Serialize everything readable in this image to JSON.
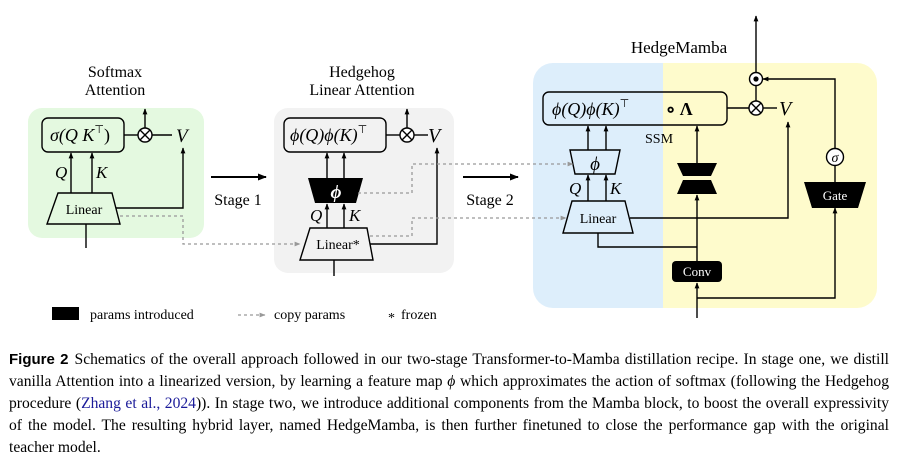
{
  "colors": {
    "softmax_panel": "#e4f9e0",
    "hedgehog_panel": "#f2f2f2",
    "mamba_left_panel": "#ddeefb",
    "mamba_right_panel": "#fefbcc",
    "params_introduced": "#000000",
    "copy_arrow": "#999999",
    "citation_link": "#1a1a99"
  },
  "panels": {
    "softmax": {
      "title_line1": "Softmax",
      "title_line2": "Attention",
      "attention_expr": "σ(Q K",
      "transpose": "⊤",
      "close_paren": ")",
      "multiply_symbol": "⊗",
      "q_label": "Q",
      "k_label": "K",
      "v_label": "V",
      "linear_label": "Linear"
    },
    "hedgehog": {
      "title_line1": "Hedgehog",
      "title_line2": "Linear Attention",
      "attention_expr": "ϕ(Q)ϕ(K)",
      "transpose": "⊤",
      "multiply_symbol": "⊗",
      "feature_map_label": "ϕ",
      "q_label": "Q",
      "k_label": "K",
      "v_label": "V",
      "linear_label": "Linear*"
    },
    "hedgemamba": {
      "title": "HedgeMamba",
      "attention_expr": "ϕ(Q)ϕ(K)",
      "transpose": "⊤",
      "decay_expr": "∘ Λ",
      "ssm_label": "SSM",
      "multiply_symbol": "⊗",
      "gate_product_symbol": "⊙",
      "sigma_symbol": "σ",
      "feature_map_label": "ϕ",
      "q_label": "Q",
      "k_label": "K",
      "v_label": "V",
      "linear_label": "Linear",
      "conv_label": "Conv",
      "gate_label": "Gate"
    }
  },
  "stages": {
    "stage1": "Stage 1",
    "stage2": "Stage 2"
  },
  "legend": {
    "params_introduced": "params introduced",
    "copy_params": "copy params",
    "frozen_symbol": "*",
    "frozen": "frozen"
  },
  "caption": {
    "figure_label": "Figure 2",
    "text_1": "Schematics of the overall approach followed in our two-stage Transformer-to-Mamba distillation recipe. In stage one, we distill vanilla Attention into a linearized version, by learning a feature map ",
    "phi": "ϕ",
    "text_2": " which approximates the action of softmax (following the Hedgehog procedure (",
    "citation": "Zhang et al., 2024",
    "text_3": ")). In stage two, we introduce additional components from the Mamba block, to boost the overall expressivity of the model. The resulting hybrid layer, named HedgeMamba, is then further finetuned to close the performance gap with the original teacher model."
  }
}
